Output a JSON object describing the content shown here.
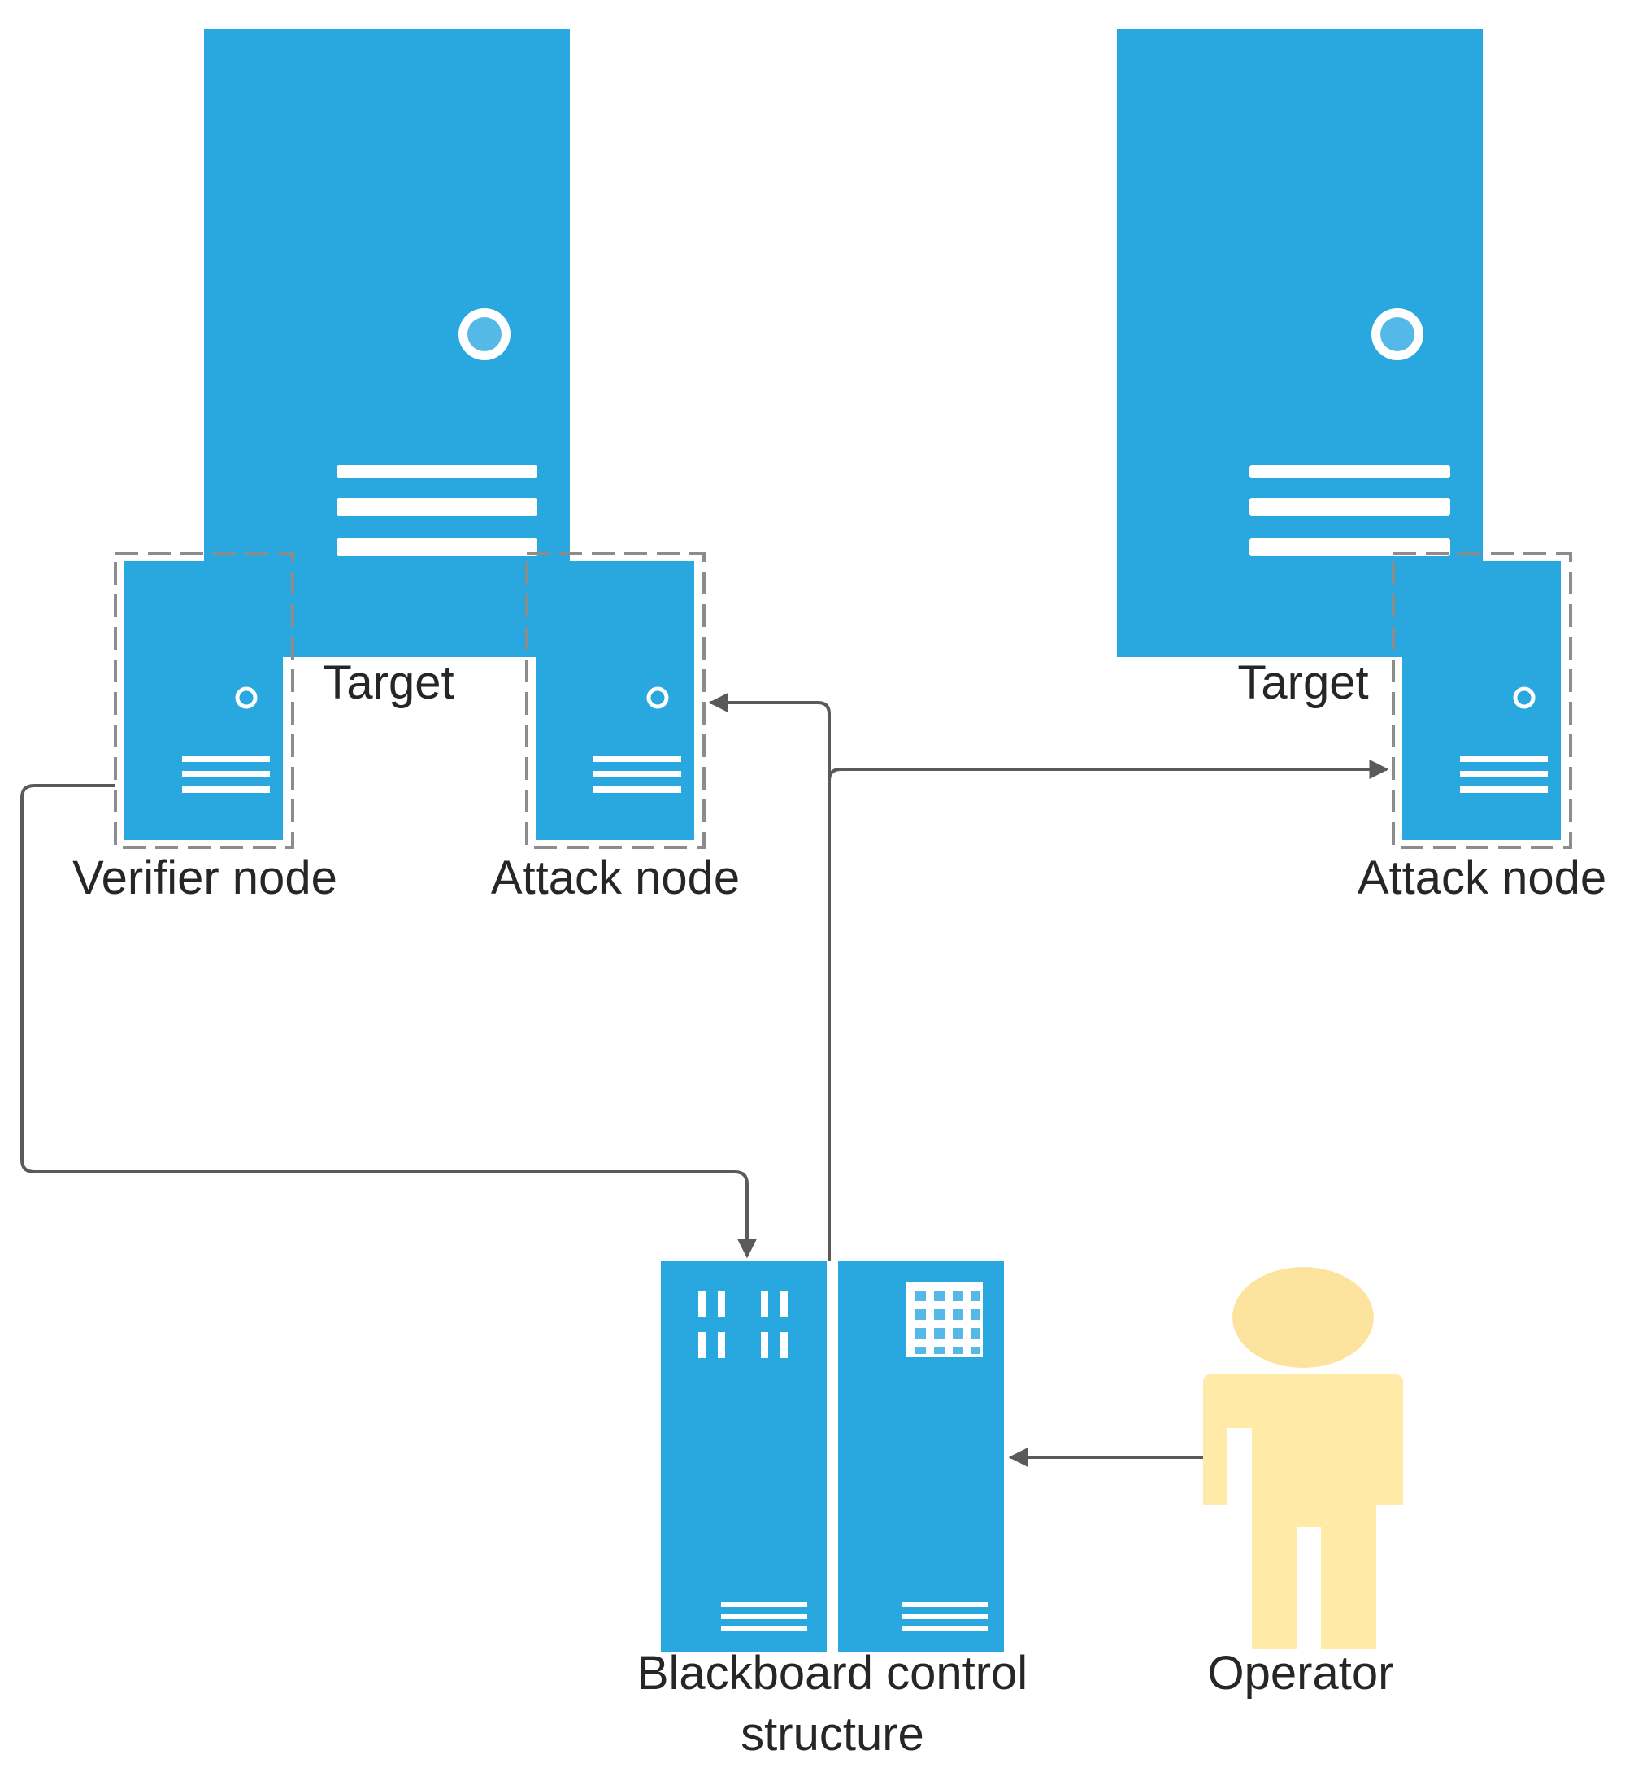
{
  "diagram": {
    "labels": {
      "target_left": "Target",
      "target_right": "Target",
      "verifier_node": "Verifier node",
      "attack_node_left": "Attack node",
      "attack_node_right": "Attack node",
      "blackboard_line1": "Blackboard control",
      "blackboard_line2": "structure",
      "operator": "Operator"
    },
    "colors": {
      "server_blue": "#29A8E0",
      "icon_white": "#FFFFFF",
      "led_blue": "#55B9E8",
      "operator_yellow": "#FFEAA8",
      "operator_head": "#FDE49E",
      "arrow_gray": "#5A5A5A",
      "dash_gray": "#8C8C8C",
      "text": "#262626"
    },
    "icons": [
      "server-tower-icon",
      "server-node-icon",
      "server-rack-icon",
      "person-icon"
    ]
  }
}
